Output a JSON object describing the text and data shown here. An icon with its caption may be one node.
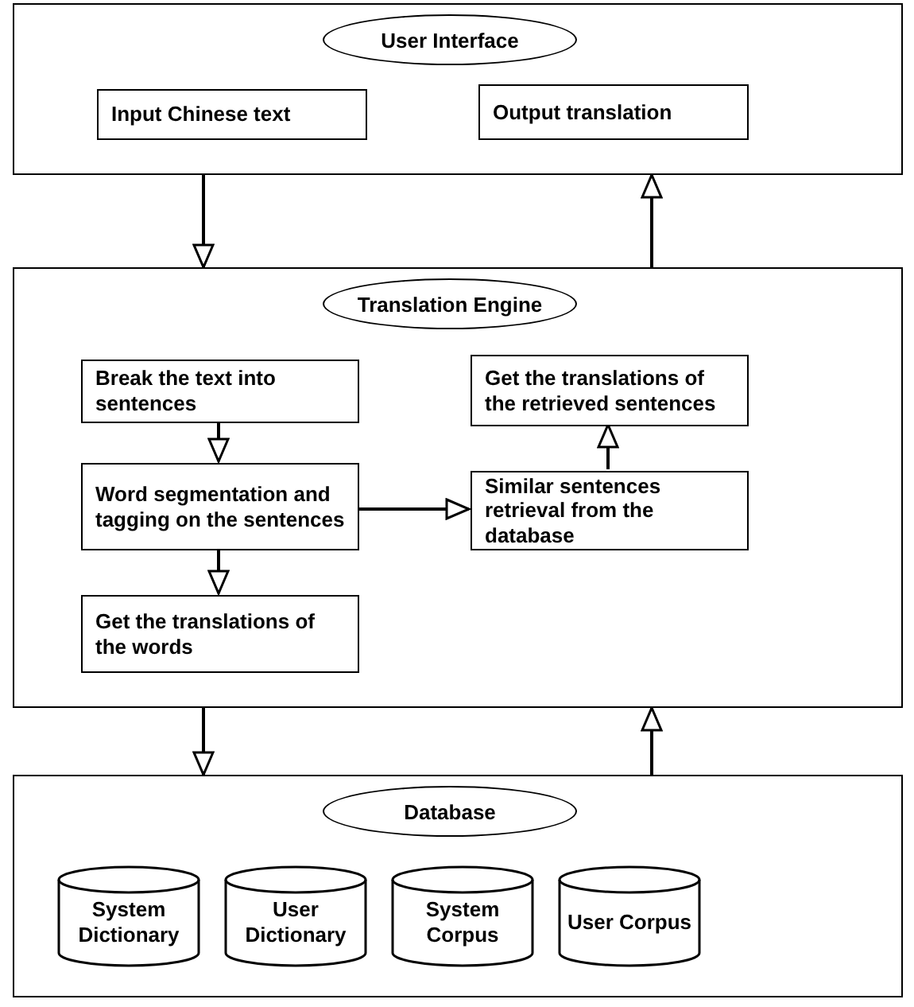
{
  "diagram": {
    "nodes": [
      {
        "text": [
          "User Interface"
        ]
      },
      {
        "text": [
          "Input Chinese text"
        ],
        "in": 0
      },
      {
        "text": [
          "Output translation"
        ],
        "in": 0
      },
      {
        "text": [
          "Translation Engine"
        ]
      },
      {
        "text": [
          "Break the text into sentences"
        ],
        "in": 3
      },
      {
        "text": [
          "Word segmentation and tagging on the sentences"
        ],
        "in": 3
      },
      {
        "text": [
          "Get the translations of the words"
        ],
        "in": 3
      },
      {
        "text": [
          "Similar sentences retrieval from the database"
        ],
        "in": 3
      },
      {
        "text": [
          "Get the translations of the retrieved sentences"
        ],
        "in": 3
      },
      {
        "text": [
          "Database"
        ]
      },
      {
        "text": [
          "System Dictionary"
        ],
        "in": 9
      },
      {
        "text": [
          "User Dictionary"
        ],
        "in": 9
      },
      {
        "text": [
          "System Corpus"
        ],
        "in": 9
      },
      {
        "text": [
          "User Corpus"
        ],
        "in": 9
      }
    ],
    "edges": [
      {
        "from": 0,
        "to": 3,
        "arrow": "to"
      },
      {
        "from": 3,
        "to": 0,
        "arrow": "to"
      },
      {
        "from": 4,
        "to": 5,
        "arrow": "to"
      },
      {
        "from": 5,
        "to": 6,
        "arrow": "to"
      },
      {
        "from": 5,
        "to": 7,
        "arrow": "to"
      },
      {
        "from": 7,
        "to": 8,
        "arrow": "to"
      },
      {
        "from": 3,
        "to": 9,
        "arrow": "to"
      },
      {
        "from": 9,
        "to": 3,
        "arrow": "to"
      }
    ]
  }
}
